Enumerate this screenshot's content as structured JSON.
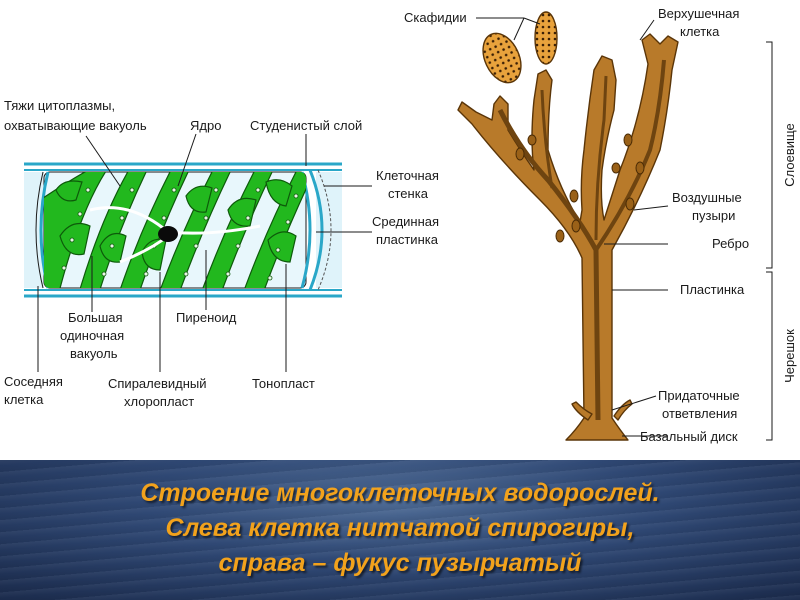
{
  "labels": {
    "cytoplasm_strands": [
      "Тяжи цитоплазмы,",
      "охватывающие вакуоль"
    ],
    "nucleus": "Ядро",
    "gelatinous_layer": "Студенистый слой",
    "cell_wall": [
      "Клеточная",
      "стенка"
    ],
    "middle_lamella": [
      "Срединная",
      "пластинка"
    ],
    "large_vacuole": [
      "Большая",
      "одиночная",
      "вакуоль"
    ],
    "pyrenoid": "Пиреноид",
    "neighbor_cell": [
      "Соседняя",
      "клетка"
    ],
    "spiral_chloroplast": [
      "Спиралевидный",
      "хлоропласт"
    ],
    "tonoplast": "Тонопласт",
    "scaphidia": "Скафидии",
    "apical_cell": [
      "Верхушечная",
      "клетка"
    ],
    "air_bladders": [
      "Воздушные",
      "пузыри"
    ],
    "rib": "Ребро",
    "blade": "Пластинка",
    "appendages": [
      "Придаточные",
      "ответвления"
    ],
    "basal_disc": "Базальный диск",
    "thallus": "Слоевище",
    "stalk": "Черешок"
  },
  "caption": [
    "Строение многоклеточных водорослей.",
    "Слева клетка нитчатой спирогиры,",
    "справа – фукус пузырчатый"
  ],
  "colors": {
    "chloroplast": "#22b81e",
    "cell_wall": "#2aa7c8",
    "thallus": "#b87a2a",
    "caption": "#f2a21c"
  }
}
